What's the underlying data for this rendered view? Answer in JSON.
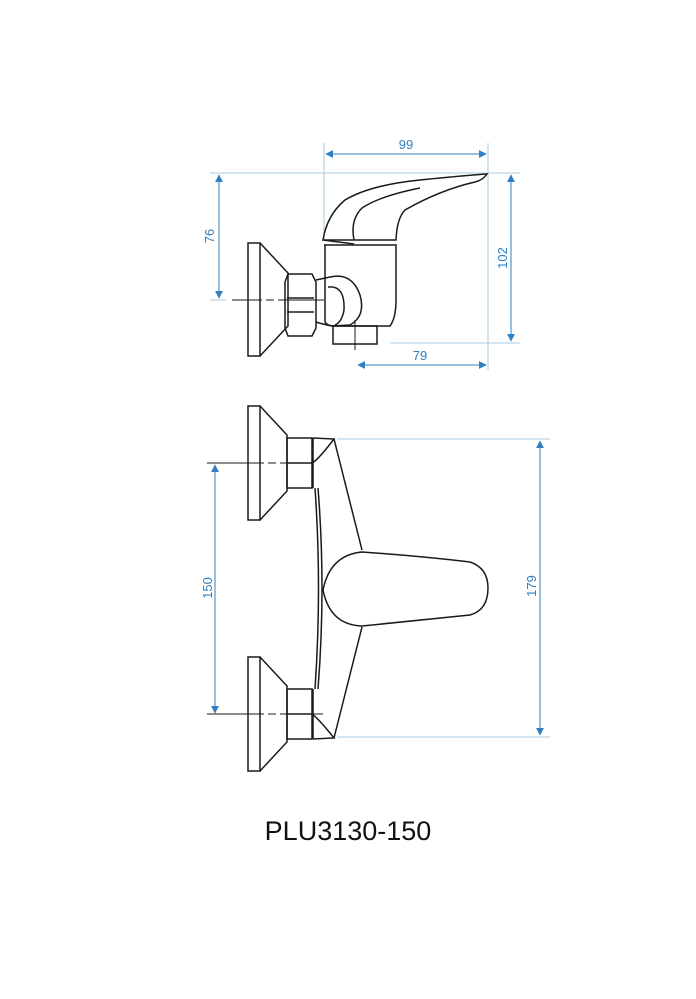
{
  "drawing": {
    "model_code": "PLU3130-150",
    "colors": {
      "outline": "#1a1a1a",
      "dimension": "#2f7fc1",
      "extension": "#a9cbe6"
    },
    "side_view": {
      "dimensions": {
        "width_top": "99",
        "height_outlet": "76",
        "height_total": "102",
        "depth_bottom": "79"
      }
    },
    "front_view": {
      "dimensions": {
        "inlet_spacing": "150",
        "total_height": "179"
      }
    }
  }
}
